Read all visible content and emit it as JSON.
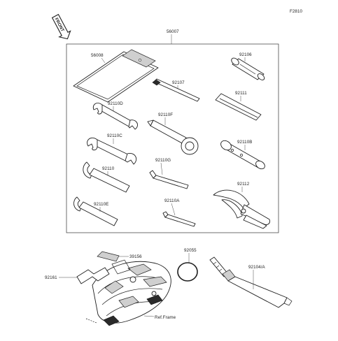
{
  "figure_id": "F2810",
  "front_badge": "FRONT",
  "kit": "56007",
  "parts": {
    "p56008": "56008",
    "p92106": "92106",
    "p92107": "92107",
    "p92110D": "92110D",
    "p92111": "92111",
    "p92110F": "92110F",
    "p92110C": "92110C",
    "p92110B": "92110B",
    "p92110G": "92110G",
    "p92110": "92110",
    "p92112": "92112",
    "p92110A": "92110A",
    "p92110E": "92110E",
    "p39156": "39156",
    "p92161": "92161",
    "p92055": "92055",
    "p92104A": "92104/A"
  },
  "ref_frame": "Ref.Frame"
}
